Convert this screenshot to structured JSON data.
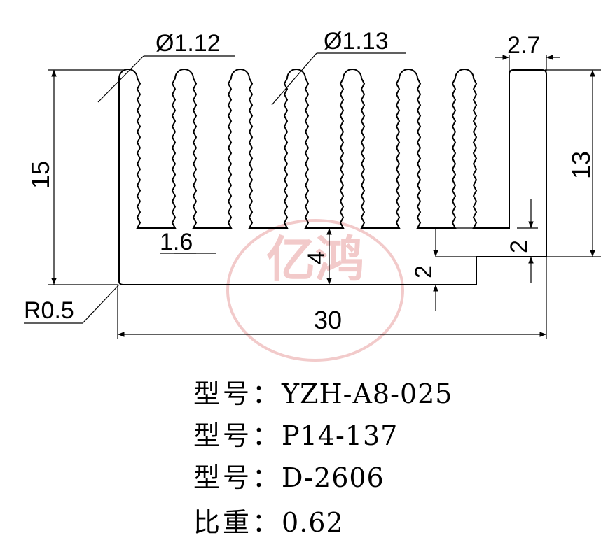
{
  "dimensions": {
    "dia_left": "Ø1.12",
    "dia_mid": "Ø1.13",
    "right_wall": "2.7",
    "height_total": "15",
    "height_right": "13",
    "fin_gap": "1.6",
    "base_thickness": "4",
    "step_low": "2",
    "step_high": "2",
    "corner_radius": "R0.5",
    "width_total": "30"
  },
  "watermark": {
    "text": "亿鸿",
    "color": "#e8a0a0"
  },
  "colors": {
    "line": "#000000"
  },
  "specs": [
    {
      "label": "型号：",
      "value": "YZH-A8-025"
    },
    {
      "label": "型号：",
      "value": "P14-137"
    },
    {
      "label": "型号：",
      "value": "D-2606"
    },
    {
      "label": "比重：",
      "value": "0.62"
    }
  ]
}
